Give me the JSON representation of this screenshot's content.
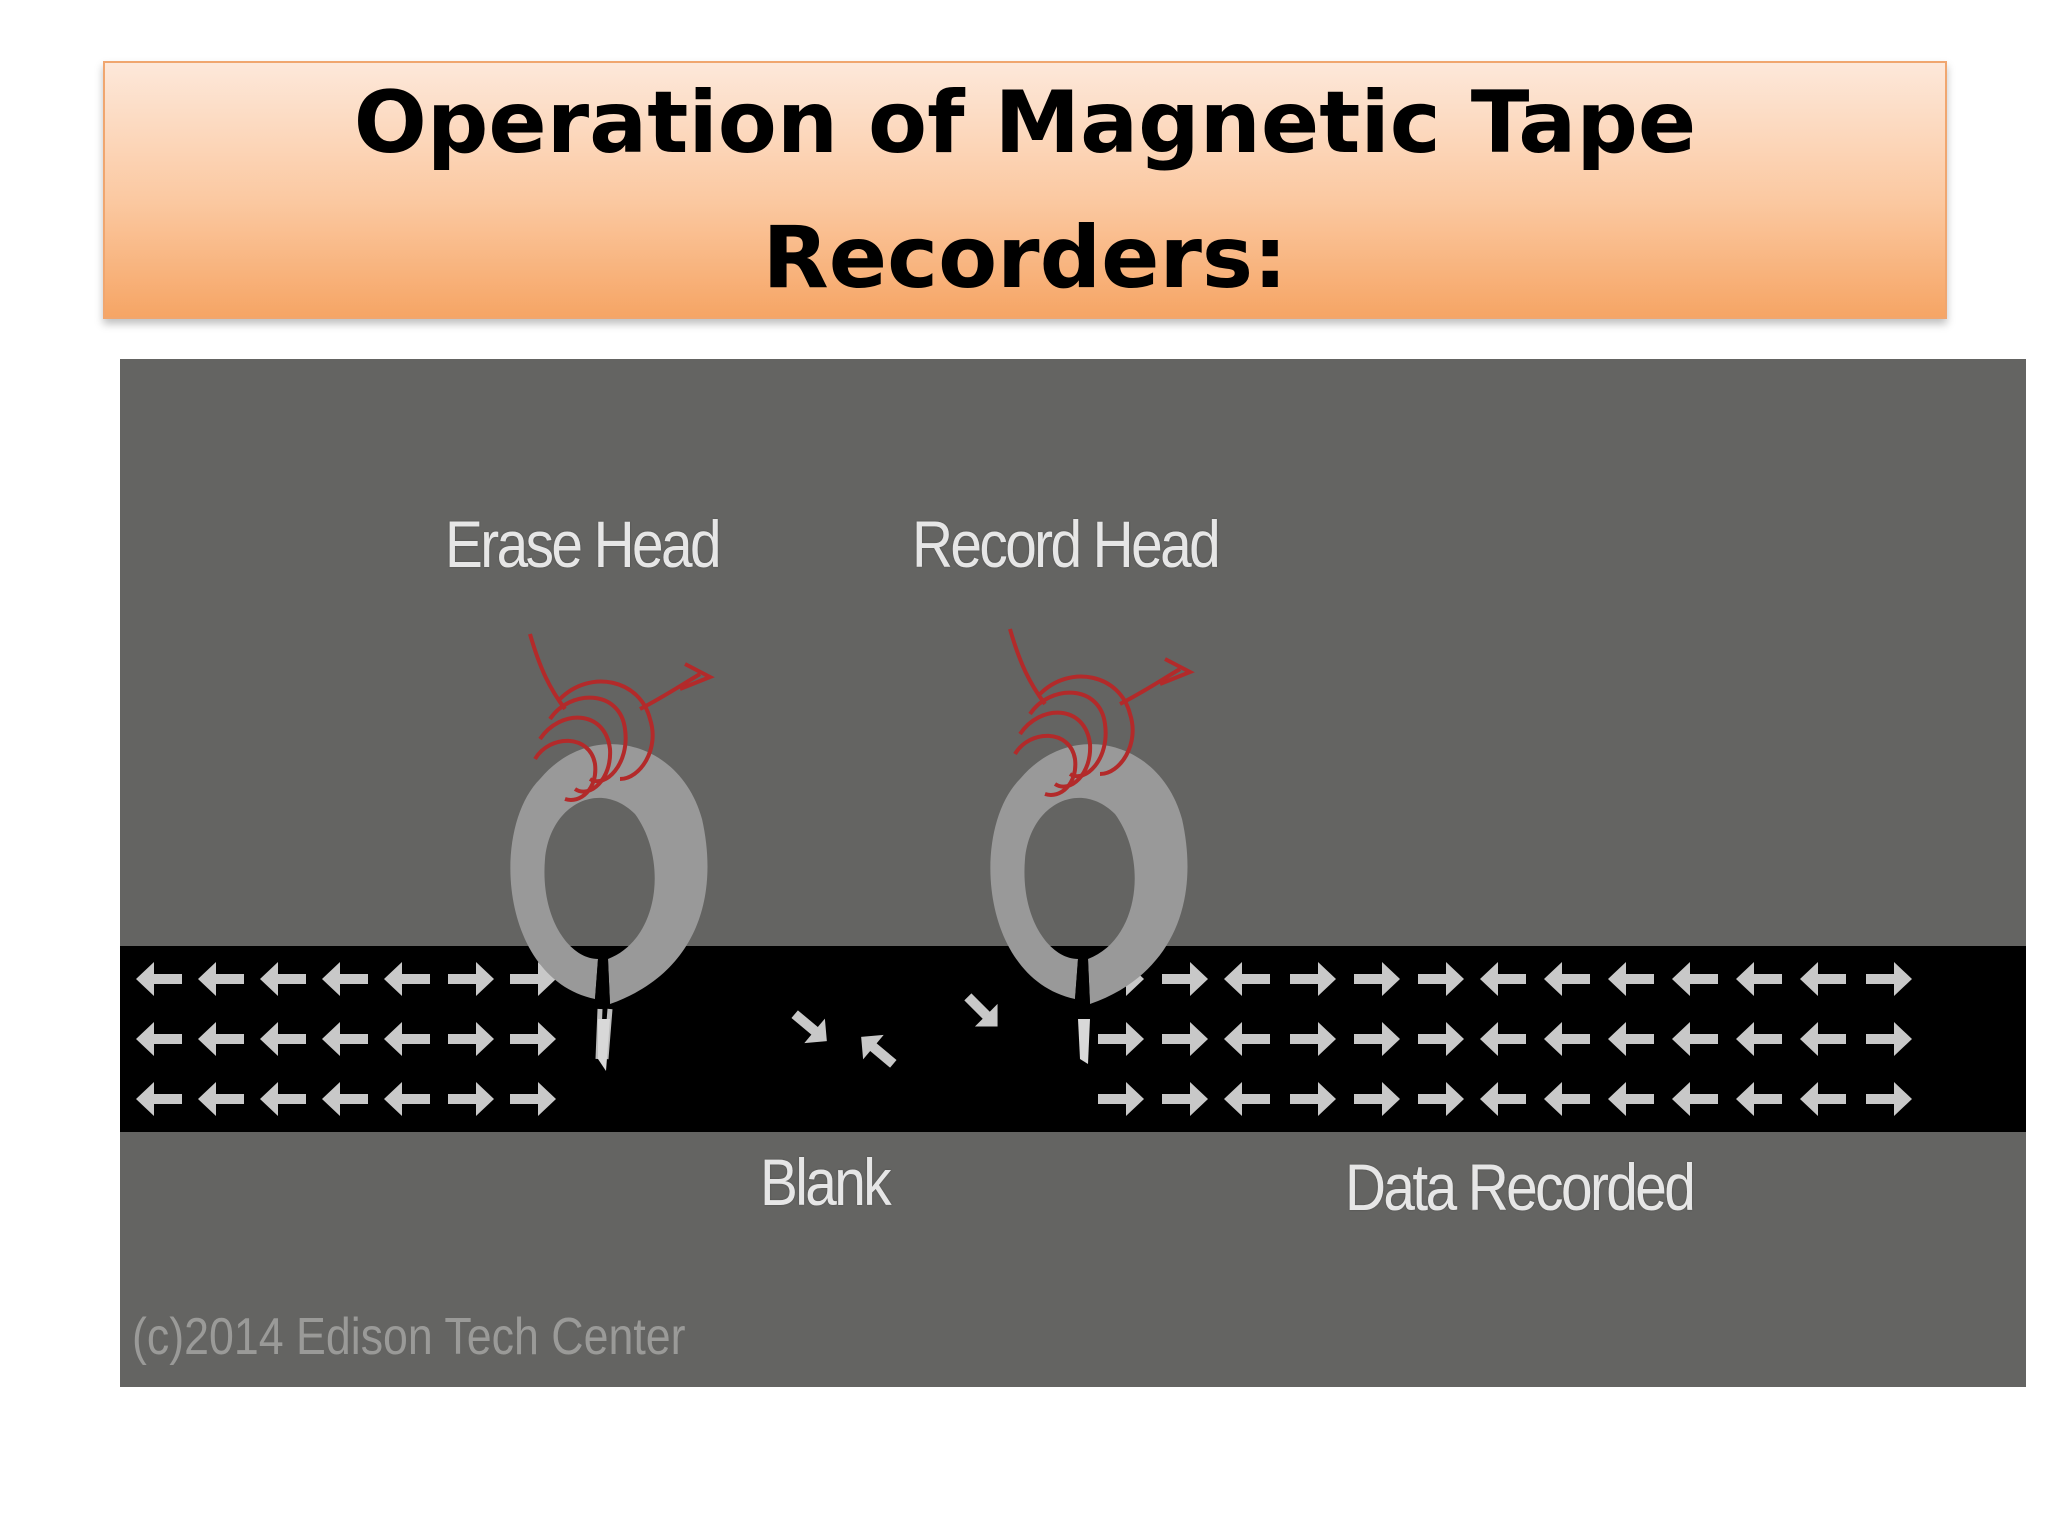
{
  "slide": {
    "title": "Operation of Magnetic Tape Recorders:"
  },
  "diagram": {
    "labels": {
      "erase_head": "Erase Head",
      "record_head": "Record Head",
      "blank": "Blank",
      "data_recorded": "Data Recorded"
    },
    "credit": "(c)2014 Edison Tech Center",
    "colors": {
      "background": "#646462",
      "tape": "#000000",
      "head": "#9a9a9a",
      "coil": "#b32a2a",
      "arrow": "#c8c8c8"
    },
    "tape_left_domains": [
      "left",
      "left",
      "left",
      "left",
      "left",
      "right",
      "right"
    ],
    "tape_right_domains": [
      "right",
      "right",
      "left",
      "right",
      "right",
      "right",
      "left",
      "left",
      "left",
      "left",
      "left",
      "left",
      "right"
    ]
  }
}
